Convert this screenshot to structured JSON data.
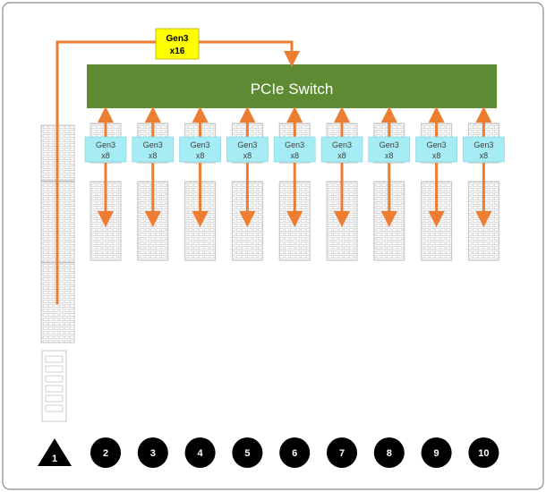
{
  "diagram": {
    "switch_label": "PCIe Switch",
    "uplink": {
      "line1": "Gen3",
      "line2": "x16"
    },
    "downlinks": [
      {
        "line1": "Gen3",
        "line2": "x8"
      },
      {
        "line1": "Gen3",
        "line2": "x8"
      },
      {
        "line1": "Gen3",
        "line2": "x8"
      },
      {
        "line1": "Gen3",
        "line2": "x8"
      },
      {
        "line1": "Gen3",
        "line2": "x8"
      },
      {
        "line1": "Gen3",
        "line2": "x8"
      },
      {
        "line1": "Gen3",
        "line2": "x8"
      },
      {
        "line1": "Gen3",
        "line2": "x8"
      },
      {
        "line1": "Gen3",
        "line2": "x8"
      }
    ],
    "slot_markers": [
      "1",
      "2",
      "3",
      "4",
      "5",
      "6",
      "7",
      "8",
      "9",
      "10"
    ],
    "colors": {
      "switch_fill": "#5e8a34",
      "switch_text": "#ffffff",
      "uplink_fill": "#ffff00",
      "downlink_fill": "#a6ecf4",
      "arrow": "#ed7d31",
      "connector": "#c4c4c4",
      "marker": "#000000",
      "marker_text": "#ffffff",
      "frame": "#8a8a8a"
    }
  }
}
